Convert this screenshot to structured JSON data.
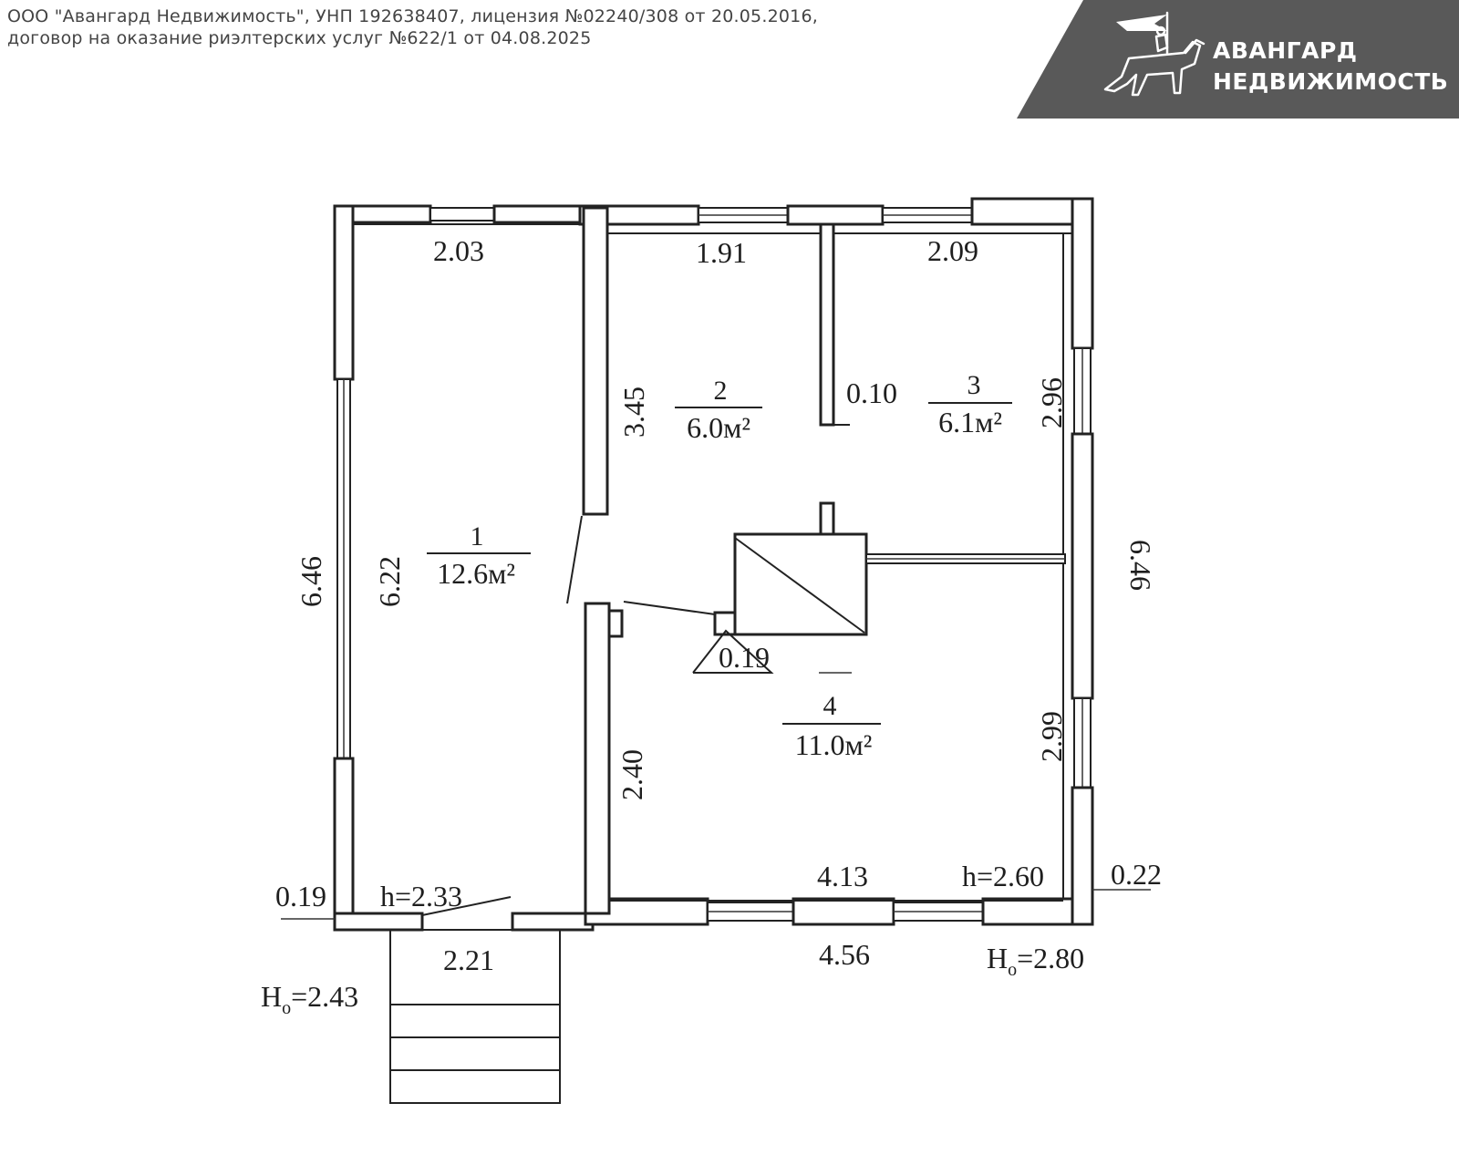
{
  "header": {
    "line1": "ООО \"Авангард Недвижимость\", УНП 192638407, лицензия №02240/308 от 20.05.2016,",
    "line2": "договор на оказание риэлтерских услуг №622/1 от 04.08.2025"
  },
  "brand": {
    "line1": "АВАНГАРД",
    "line2": "НЕДВИЖИМОСТЬ",
    "banner_color": "#595959",
    "logo_icon": "knight-on-horse-icon"
  },
  "plan": {
    "rooms": [
      {
        "number": "1",
        "area": "12.6м²"
      },
      {
        "number": "2",
        "area": "6.0м²"
      },
      {
        "number": "3",
        "area": "6.1м²"
      },
      {
        "number": "4",
        "area": "11.0м²"
      }
    ],
    "dims": {
      "top_room1": "2.03",
      "top_room2": "1.91",
      "top_room3": "2.09",
      "left_outer": "6.46",
      "left_inner": "6.22",
      "room2_height": "3.45",
      "partition": "0.10",
      "room3_height": "2.96",
      "right_outer": "6.46",
      "stove": "0.19",
      "room4_height": "2.40",
      "room4_right": "2.99",
      "room4_width": "4.13",
      "h_room4": "h=2.60",
      "wall_right": "0.22",
      "wall_left": "0.19",
      "h_room1": "h=2.33",
      "bottom_left": "2.21",
      "bottom_right": "4.56",
      "ho_right_prefix": "H",
      "ho_right_sub": "o",
      "ho_right_value": "=2.80",
      "ho_left_prefix": "H",
      "ho_left_sub": "o",
      "ho_left_value": "=2.43"
    }
  }
}
